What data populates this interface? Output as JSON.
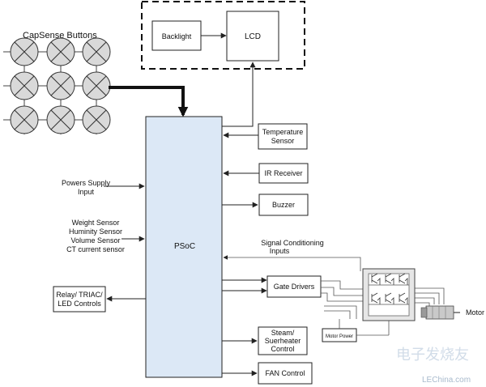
{
  "colors": {
    "block_fill": "#dce8f6",
    "line": "#222222",
    "watermark": "#c9d6e4"
  },
  "capsense": {
    "title": "CapSense Buttons"
  },
  "display": {
    "backlight": "Backlight",
    "lcd": "LCD"
  },
  "psoc": {
    "label": "PSoC"
  },
  "right_blocks": {
    "temperature": [
      "Temperature",
      "Sensor"
    ],
    "ir_receiver": "IR Receiver",
    "buzzer": "Buzzer",
    "signal_conditioning": [
      "Signal Conditioning",
      "Inputs"
    ],
    "gate_drivers": "Gate Drivers",
    "steam": [
      "Steam/",
      "Suerheater",
      "Control"
    ],
    "fan": "FAN Control"
  },
  "left_labels": {
    "power_supply": [
      "Powers Supply",
      "Input"
    ],
    "sensors": [
      "Weight Sensor",
      "Huminity Sensor",
      "Volume Sensor",
      "CT current sensor"
    ]
  },
  "relay": [
    "Relay/ TRIAC/",
    "LED Controls"
  ],
  "motor": {
    "label": "Motor",
    "power_label": "Motor Power"
  },
  "watermark": {
    "chinese": "电子发烧友",
    "site": "LEChina.com"
  }
}
